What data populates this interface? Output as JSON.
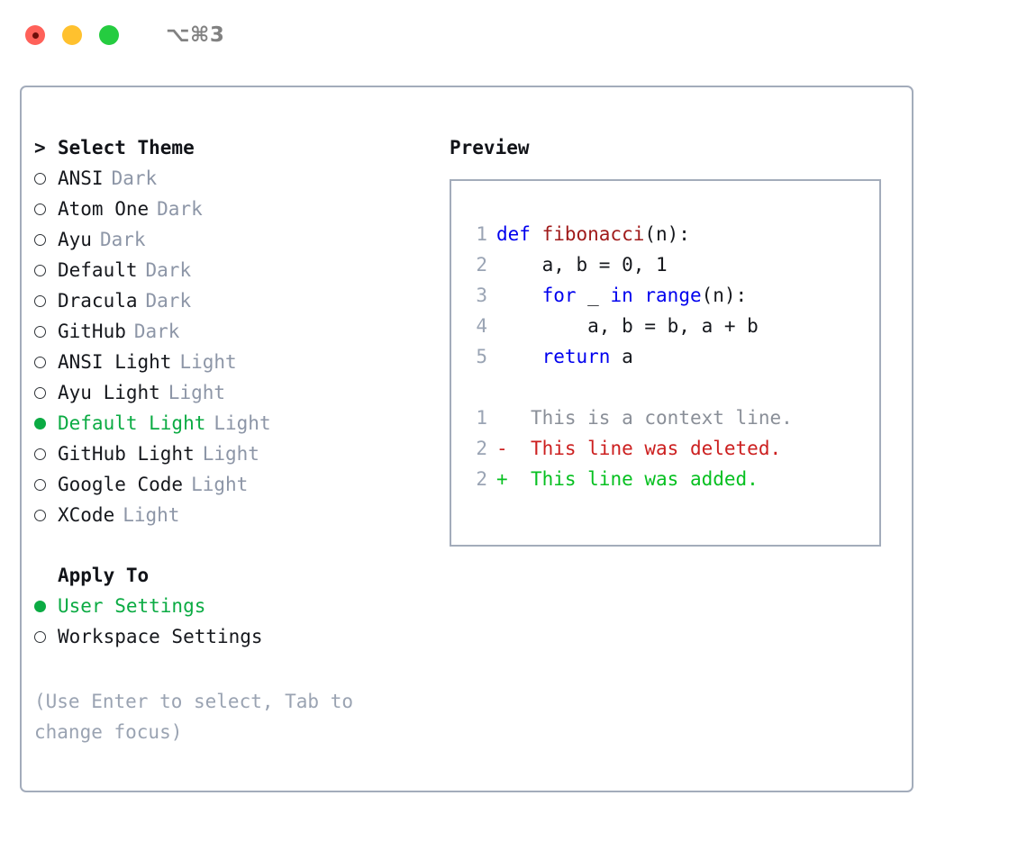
{
  "titlebar": {
    "buttons": [
      {
        "name": "close",
        "color": "#ff6159"
      },
      {
        "name": "minimize",
        "color": "#ffc12e"
      },
      {
        "name": "maximize",
        "color": "#25cc40"
      }
    ],
    "shortcut": "⌥⌘3"
  },
  "theme_section": {
    "header_marker": ">",
    "header_label": "Select Theme",
    "items": [
      {
        "marker": "○",
        "label": "ANSI",
        "tag": "Dark",
        "selected": false
      },
      {
        "marker": "○",
        "label": "Atom One",
        "tag": "Dark",
        "selected": false
      },
      {
        "marker": "○",
        "label": "Ayu",
        "tag": "Dark",
        "selected": false
      },
      {
        "marker": "○",
        "label": "Default",
        "tag": "Dark",
        "selected": false
      },
      {
        "marker": "○",
        "label": "Dracula",
        "tag": "Dark",
        "selected": false
      },
      {
        "marker": "○",
        "label": "GitHub",
        "tag": "Dark",
        "selected": false
      },
      {
        "marker": "○",
        "label": "ANSI Light",
        "tag": "Light",
        "selected": false
      },
      {
        "marker": "○",
        "label": "Ayu Light",
        "tag": "Light",
        "selected": false
      },
      {
        "marker": "●",
        "label": "Default Light",
        "tag": "Light",
        "selected": true
      },
      {
        "marker": "○",
        "label": "GitHub Light",
        "tag": "Light",
        "selected": false
      },
      {
        "marker": "○",
        "label": "Google Code",
        "tag": "Light",
        "selected": false
      },
      {
        "marker": "○",
        "label": "XCode",
        "tag": "Light",
        "selected": false
      }
    ]
  },
  "apply_section": {
    "header_label": "Apply To",
    "items": [
      {
        "marker": "●",
        "label": "User Settings",
        "selected": true
      },
      {
        "marker": "○",
        "label": "Workspace Settings",
        "selected": false
      }
    ]
  },
  "hint": "(Use Enter to select, Tab to change focus)",
  "preview": {
    "title": "Preview",
    "code_lines": [
      {
        "num": "1",
        "tokens": [
          {
            "t": "def ",
            "c": "kw"
          },
          {
            "t": "fibonacci",
            "c": "fn"
          },
          {
            "t": "(n):",
            "c": "pl"
          }
        ]
      },
      {
        "num": "2",
        "tokens": [
          {
            "t": "    a, b = 0, 1",
            "c": "pl"
          }
        ]
      },
      {
        "num": "3",
        "tokens": [
          {
            "t": "    ",
            "c": "pl"
          },
          {
            "t": "for",
            "c": "kw"
          },
          {
            "t": " _ ",
            "c": "pl"
          },
          {
            "t": "in ",
            "c": "kw"
          },
          {
            "t": "range",
            "c": "kw"
          },
          {
            "t": "(n):",
            "c": "pl"
          }
        ]
      },
      {
        "num": "4",
        "tokens": [
          {
            "t": "        a, b = b, a + b",
            "c": "pl"
          }
        ]
      },
      {
        "num": "5",
        "tokens": [
          {
            "t": "    ",
            "c": "pl"
          },
          {
            "t": "return",
            "c": "kw"
          },
          {
            "t": " a",
            "c": "pl"
          }
        ]
      }
    ],
    "diff_lines": [
      {
        "num": "1",
        "sign": " ",
        "text": "This is a context line.",
        "kind": "ctx"
      },
      {
        "num": "2",
        "sign": "-",
        "text": "This line was deleted.",
        "kind": "del"
      },
      {
        "num": "2",
        "sign": "+",
        "text": "This line was added.",
        "kind": "add"
      }
    ]
  },
  "colors": {
    "accent_green": "#0bab43",
    "border": "#a3acbb",
    "muted": "#8d96a7",
    "keyword": "#0000ee",
    "function": "#a01b1b",
    "diff_delete": "#cc1f1f",
    "diff_add": "#06c020",
    "diff_context": "#8a8f98"
  }
}
